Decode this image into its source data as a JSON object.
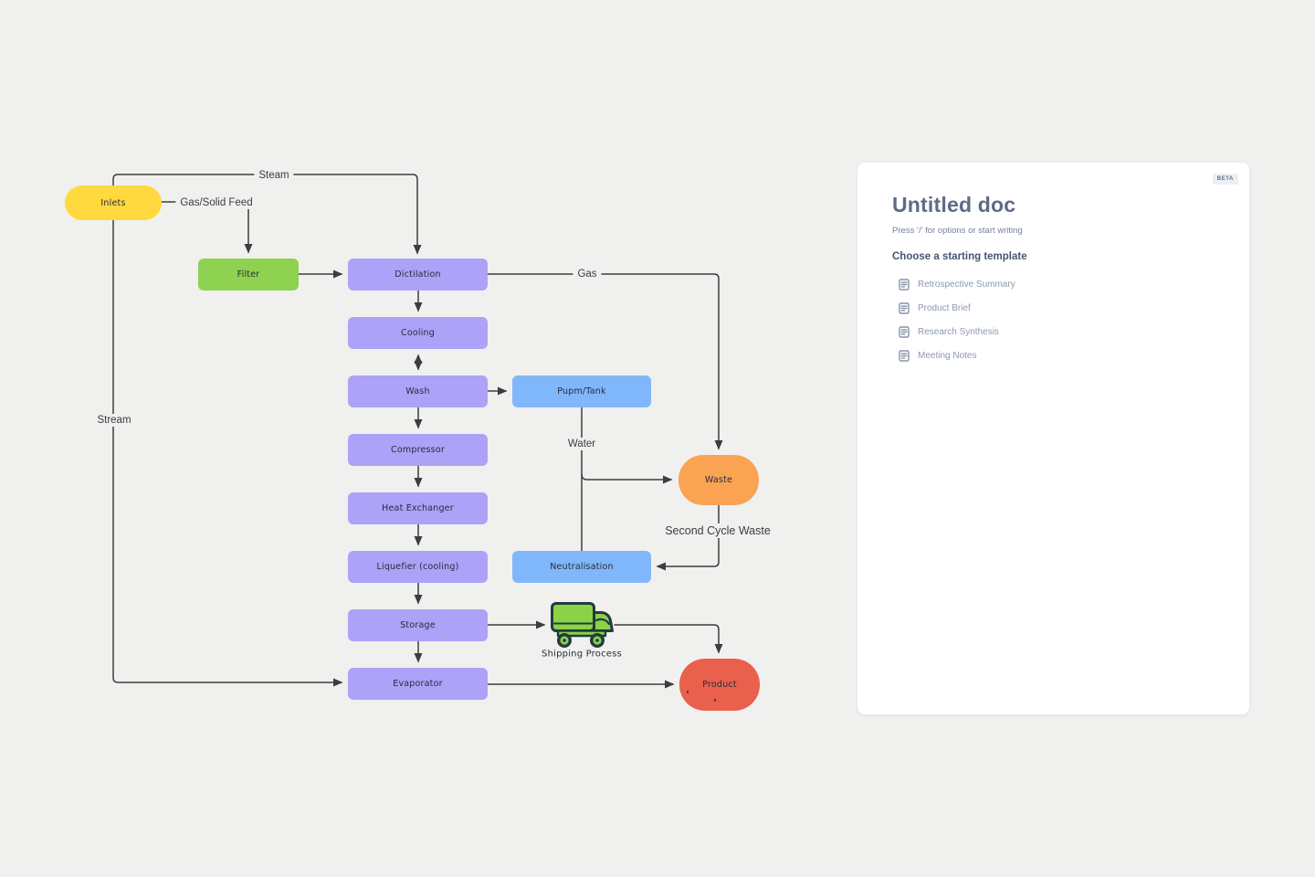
{
  "canvas": {
    "background": "#F0F0EF",
    "connector_color": "#3d3d3d"
  },
  "diagram": {
    "nodes": {
      "inlets": {
        "label": "Inlets",
        "color": "#FFD93D"
      },
      "filter": {
        "label": "Filter",
        "color": "#8FD150"
      },
      "distillation": {
        "label": "Dictilation",
        "color": "#ACA2F7"
      },
      "cooling": {
        "label": "Cooling",
        "color": "#ACA2F7"
      },
      "wash": {
        "label": "Wash",
        "color": "#ACA2F7"
      },
      "pump_tank": {
        "label": "Pupm/Tank",
        "color": "#80B7FA"
      },
      "compressor": {
        "label": "Compressor",
        "color": "#ACA2F7"
      },
      "heat_exchanger": {
        "label": "Heat Exchanger",
        "color": "#ACA2F7"
      },
      "liquefier": {
        "label": "Liquefier (cooling)",
        "color": "#ACA2F7"
      },
      "neutralisation": {
        "label": "Neutralisation",
        "color": "#80B7FA"
      },
      "storage": {
        "label": "Storage",
        "color": "#ACA2F7"
      },
      "evaporator": {
        "label": "Evaporator",
        "color": "#ACA2F7"
      },
      "waste": {
        "label": "Waste",
        "color": "#F9A353"
      },
      "product": {
        "label": "Product",
        "color": "#E9604D"
      }
    },
    "edge_labels": {
      "steam": "Steam",
      "gas_solid_feed": "Gas/Solid Feed",
      "gas": "Gas",
      "water": "Water",
      "stream": "Stream",
      "second_cycle_waste": "Second Cycle Waste",
      "shipping_process": "Shipping Process"
    },
    "truck_colors": {
      "body": "#8BD246",
      "outline": "#223B40"
    }
  },
  "panel": {
    "beta_badge": "BETA",
    "title": "Untitled doc",
    "subtitle": "Press ‘/’ for options or start writing",
    "section_heading": "Choose a starting template",
    "templates": [
      {
        "label": "Retrospective Summary"
      },
      {
        "label": "Product Brief"
      },
      {
        "label": "Research Synthesis"
      },
      {
        "label": "Meeting Notes"
      }
    ]
  }
}
